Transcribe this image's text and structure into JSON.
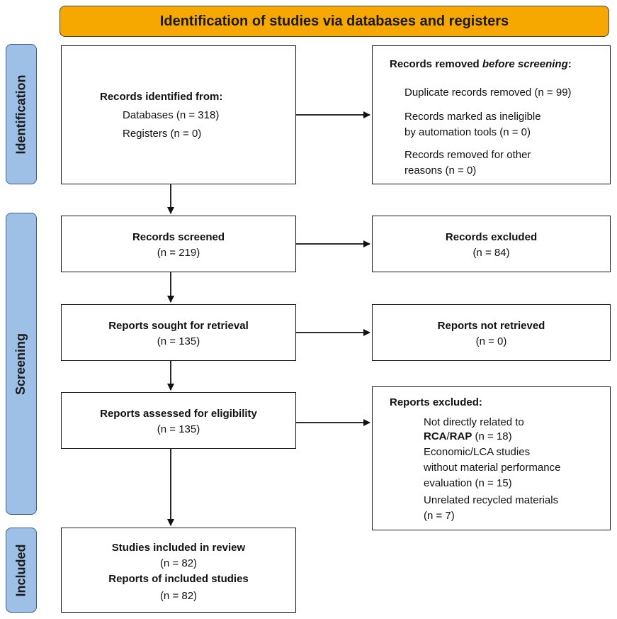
{
  "header": {
    "title": "Identification of studies via databases and registers"
  },
  "phases": {
    "identification": "Identification",
    "screening": "Screening",
    "included": "Included"
  },
  "identified": {
    "title": "Records identified from:",
    "databases": "Databases (n = 318)",
    "registers": "Registers (n = 0)"
  },
  "removed": {
    "title_prefix": "Records removed ",
    "title_italic": "before screening",
    "title_suffix": ":",
    "duplicates": "Duplicate records removed (n = 99)",
    "ineligible_line1": "Records marked as ineligible",
    "ineligible_line2": "by automation tools (n = 0)",
    "other_line1": "Records removed for other",
    "other_line2": "reasons (n = 0)"
  },
  "screened": {
    "title": "Records screened",
    "count": "(n = 219)"
  },
  "excluded": {
    "title": "Records excluded",
    "count": "(n = 84)"
  },
  "sought": {
    "title": "Reports sought for retrieval",
    "count": "(n = 135)"
  },
  "not_retrieved": {
    "title": "Reports not retrieved",
    "count": "(n = 0)"
  },
  "assessed": {
    "title": "Reports assessed for eligibility",
    "count": "(n = 135)"
  },
  "reports_excluded": {
    "title": "Reports excluded:",
    "r1_line1": "Not directly related to",
    "r1_bold": "RCA",
    "r1_slash": "/",
    "r1_bold2": "RAP",
    "r1_rest": " (n = 18)",
    "r2_line1": "Economic/LCA studies",
    "r2_line2": "without material performance",
    "r2_line3": "evaluation (n = 15)",
    "r3_line1": "Unrelated recycled materials",
    "r3_line2": "(n = 7)"
  },
  "included": {
    "studies_title": "Studies included in review",
    "studies_count": "(n = 82)",
    "reports_title": "Reports of included studies",
    "reports_count": "(n = 82)"
  }
}
